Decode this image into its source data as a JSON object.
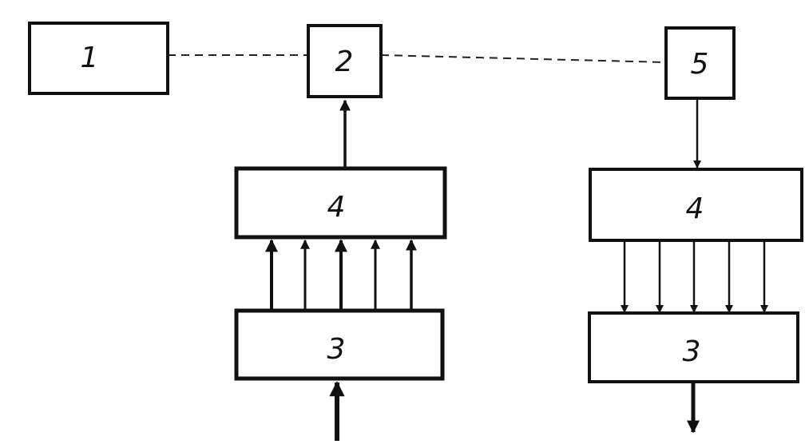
{
  "blocks": {
    "block_1": {
      "label": "1"
    },
    "block_2": {
      "label": "2"
    },
    "block_5": {
      "label": "5"
    },
    "block_4_left": {
      "label": "4"
    },
    "block_3_left": {
      "label": "3"
    },
    "block_4_right": {
      "label": "4"
    },
    "block_3_right": {
      "label": "3"
    }
  },
  "colors": {
    "stroke": "#111111",
    "background": "#ffffff"
  }
}
